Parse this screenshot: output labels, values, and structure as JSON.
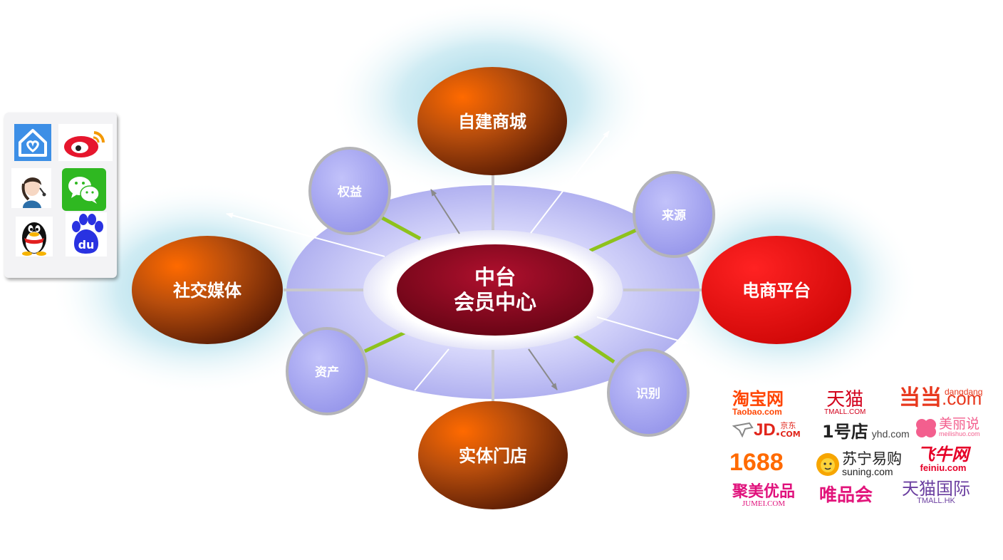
{
  "center": {
    "line1": "中台",
    "line2": "会员中心"
  },
  "channels": {
    "self_mall": "自建商城",
    "social_media": "社交媒体",
    "ecommerce": "电商平台",
    "physical_store": "实体门店"
  },
  "attributes": {
    "rights": "权益",
    "source": "来源",
    "assets": "资产",
    "identify": "识别"
  },
  "social_icons": [
    "home-heart-icon",
    "weibo-icon",
    "customer-service-icon",
    "wechat-icon",
    "qq-penguin-icon",
    "baidu-paw-icon"
  ],
  "baidu_text": "du",
  "logos": {
    "taobao": {
      "main": "淘宝网",
      "sub": "Taobao.com"
    },
    "tmall": {
      "main": "天猫",
      "sub": "TMALL.COM"
    },
    "dangdang": {
      "main": "当当",
      "top": "dangdang",
      "sub": ".com"
    },
    "jd": {
      "main": "JD.",
      "cn": "京东",
      "sub": "COM"
    },
    "yhd": {
      "main": "1号店",
      "sub": "yhd.com"
    },
    "meilishuo": {
      "main": "美丽说",
      "sub": "meilishuo.com"
    },
    "alibaba1688": {
      "main": "1688"
    },
    "suning": {
      "main": "苏宁易购",
      "sub": "suning.com"
    },
    "feiniu": {
      "main": "飞牛网",
      "sub": "feiniu.com"
    },
    "jumei": {
      "main": "聚美优品",
      "sub": "JUMEI.COM"
    },
    "vip": {
      "main": "唯品会"
    },
    "tmall_global": {
      "main": "天猫国际",
      "sub": "TMALL.HK"
    }
  },
  "colors": {
    "channel_brown": "#a0420c",
    "ecommerce_red": "#e20d0d",
    "center_crimson": "#8c0a22",
    "ring_lavender": "#b9b9f5",
    "attr_circle": "#a7a7f2",
    "glow_cyan": "#7cc6dc",
    "connector_green": "#8ec21c"
  }
}
